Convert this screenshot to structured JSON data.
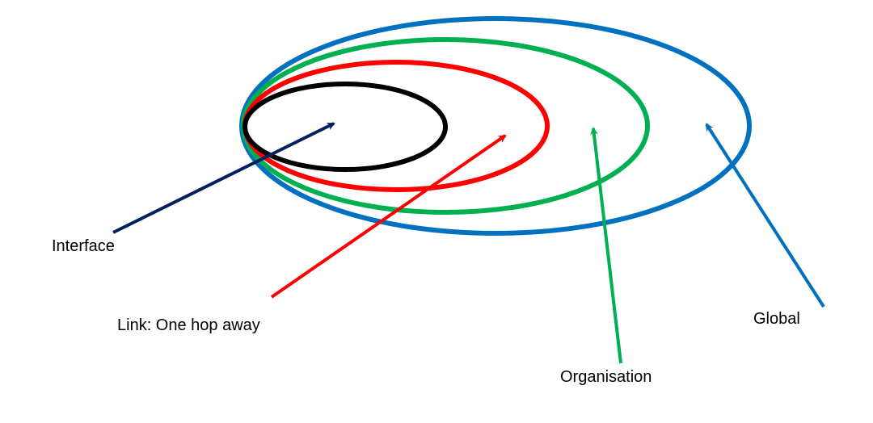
{
  "labels": {
    "interface": "Interface",
    "link": "Link: One hop away",
    "organisation": "Organisation",
    "global": "Global"
  },
  "colors": {
    "interface": "#000000",
    "interface_arrow": "#002060",
    "link": "#FF0000",
    "organisation": "#00B050",
    "global": "#0070C0"
  }
}
